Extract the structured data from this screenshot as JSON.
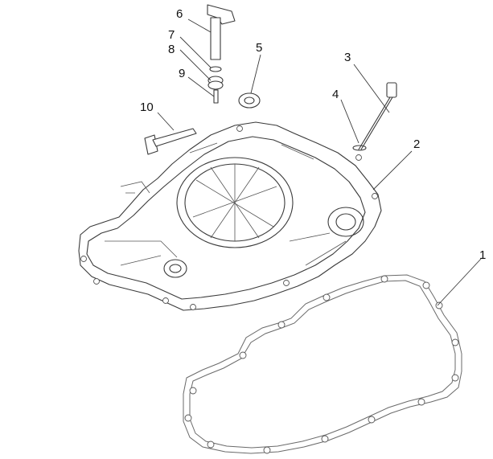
{
  "callouts": [
    {
      "id": "1",
      "text": "1"
    },
    {
      "id": "2",
      "text": "2"
    },
    {
      "id": "3",
      "text": "3"
    },
    {
      "id": "4",
      "text": "4"
    },
    {
      "id": "5",
      "text": "5"
    },
    {
      "id": "6",
      "text": "6"
    },
    {
      "id": "7",
      "text": "7"
    },
    {
      "id": "8",
      "text": "8"
    },
    {
      "id": "9",
      "text": "9"
    },
    {
      "id": "10",
      "text": "10"
    }
  ],
  "colors": {
    "line": "#3a3a3a",
    "background": "#ffffff"
  }
}
